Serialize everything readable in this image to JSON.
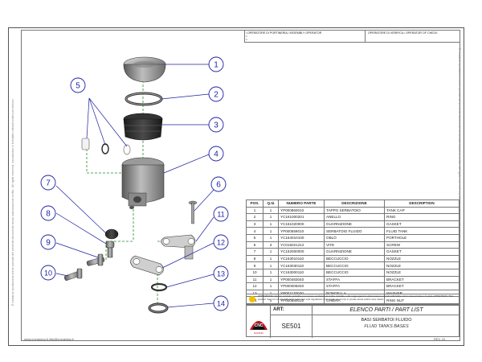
{
  "header": {
    "operator_label": "OPERATORE DI PORTINERIA / ASSEMBLY OPERATOR",
    "check_label": "OPERATORE DI VERIFICA / OPERATOR OF CHECK",
    "row_numbers": [
      "1",
      "2",
      "3"
    ]
  },
  "callouts": [
    "1",
    "2",
    "3",
    "4",
    "5",
    "6",
    "7",
    "8",
    "9",
    "10",
    "11",
    "12",
    "13",
    "14"
  ],
  "parts_table": {
    "headers": [
      "POS.",
      "Q.tà",
      "NUMERO PARTE",
      "DESCRIZIONE",
      "DESCRIPTION"
    ],
    "rows": [
      [
        "1",
        "1",
        "YP000860010",
        "TAPPO SERBATOIO",
        "TANK CAP"
      ],
      [
        "2",
        "1",
        "YC161000201",
        "ANELLO",
        "RING"
      ],
      [
        "3",
        "1",
        "YC161020000",
        "GUARNIZIONE",
        "GASKET"
      ],
      [
        "4",
        "1",
        "YP000559010",
        "SERBATOIO FLUIDO",
        "FLUID TANK"
      ],
      [
        "5",
        "1",
        "YC164010100",
        "OBLÒ",
        "PORTHOLE"
      ],
      [
        "6",
        "3",
        "YC015021212",
        "VITE",
        "SCREW"
      ],
      [
        "7",
        "1",
        "YC162000000",
        "GUARNIZIONE",
        "GASKET"
      ],
      [
        "8",
        "1",
        "YC163010110",
        "BECCUCCIO",
        "NOZZLE"
      ],
      [
        "9",
        "1",
        "YC163030110",
        "BECCUCCIO",
        "NOZZLE"
      ],
      [
        "10",
        "1",
        "YC163000110",
        "BECCUCCIO",
        "NOZZLE"
      ],
      [
        "11",
        "1",
        "YP000483040",
        "STAFFA",
        "BRACKET"
      ],
      [
        "12",
        "1",
        "YP000006040",
        "STAFFA",
        "BRACKET"
      ],
      [
        "13",
        "1",
        "YP001170040",
        "RONDELLA",
        "WASHER"
      ],
      [
        "14",
        "1",
        "YP000580010",
        "GHIERA",
        "RING NUT"
      ]
    ]
  },
  "warning": {
    "text": "ATTENZIONE: Questo prodotto potrebbe non essere conforme al codice stradale e alle leggi vigenti in alcuni paesi e quindi utilizzabile solo in aree private o in pista. ATTENTION: This product may not comply with local road rules and regulations and can be used only in private areas and/or race tracks."
  },
  "title_block": {
    "art_label": "ART:",
    "art_value": "SE501",
    "list_title": "ELENCO PARTI / PART LIST",
    "title_it": "BASI SERBATOI FLUIDO",
    "title_en": "FLUID TANKS BASES",
    "logo_text": "CNC RACING"
  },
  "footer": {
    "left": "www.cncracing.it     info@cncracing.it",
    "right": "REV. 01"
  },
  "side_disclaimer": "È vietata la riproduzione anche parziale del presente documento senza autorizzazione scritta - All rights reserved, reproduction is forbidden without written permission",
  "colors": {
    "callout": "#1c1fa0",
    "leader": "#1c1fa0",
    "dash": "#2a8a2a",
    "border": "#777777"
  }
}
